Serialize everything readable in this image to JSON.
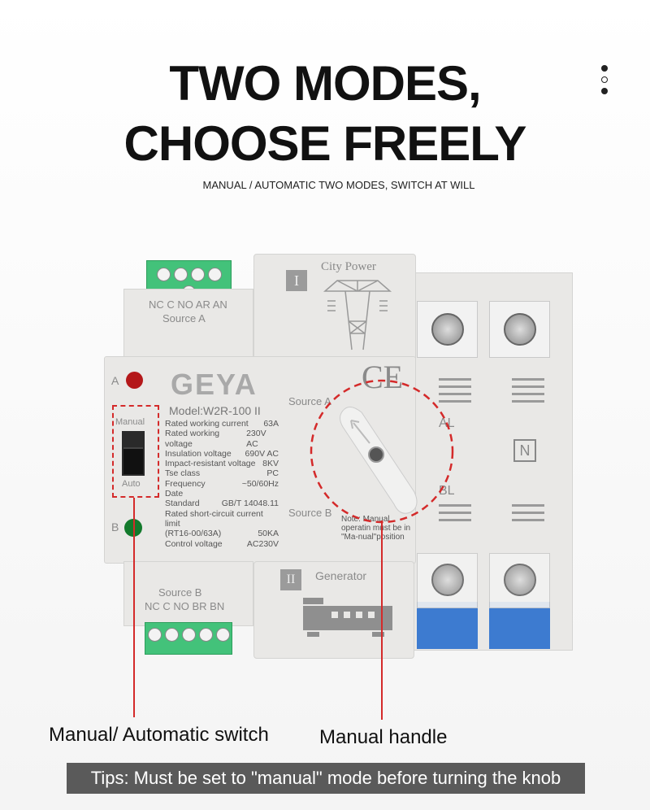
{
  "headline": {
    "line1": "TWO MODES,",
    "line2": "CHOOSE FREELY",
    "subtitle": "MANUAL / AUTOMATIC TWO MODES, SWITCH AT WILL"
  },
  "device": {
    "brand": "GEYA",
    "ce_mark": "CE",
    "model": "Model:W2R-100 II",
    "top_module": {
      "roman": "I",
      "title": "City Power",
      "terminals": "NC C NO AR AN",
      "source": "Source A"
    },
    "bottom_module": {
      "roman": "II",
      "title": "Generator",
      "terminals": "NC C NO BR BN",
      "source": "Source B"
    },
    "indicator_a": "A",
    "indicator_b": "B",
    "switch_top": "Manual",
    "switch_bottom": "Auto",
    "source_a": "Source A",
    "source_b": "Source B",
    "al": "AL",
    "bl": "BL",
    "n": "N",
    "note": "Note: Manual operatin must be in \"Ma-nual\"position",
    "specs": [
      {
        "k": "Rated working current",
        "v": "63A"
      },
      {
        "k": "Rated working voltage",
        "v": "230V AC"
      },
      {
        "k": "Insulation voltage",
        "v": "690V AC"
      },
      {
        "k": "Impact-resistant voltage",
        "v": "8KV"
      },
      {
        "k": "Tse class",
        "v": "PC"
      },
      {
        "k": "Frequency",
        "v": "~50/60Hz"
      },
      {
        "k": "Date",
        "v": ""
      },
      {
        "k": "Standard",
        "v": "GB/T 14048.11"
      },
      {
        "k": "Rated short-circuit current limit",
        "v": ""
      },
      {
        "k": "(RT16-00/63A)",
        "v": "50KA"
      },
      {
        "k": "Control voltage",
        "v": "AC230V"
      }
    ]
  },
  "callouts": {
    "switch": "Manual/ Automatic switch",
    "handle": "Manual handle"
  },
  "tips": "Tips: Must be set to \"manual\" mode before turning the knob",
  "colors": {
    "accent": "#d42a2a",
    "tips_bg": "#5a5a5a"
  }
}
